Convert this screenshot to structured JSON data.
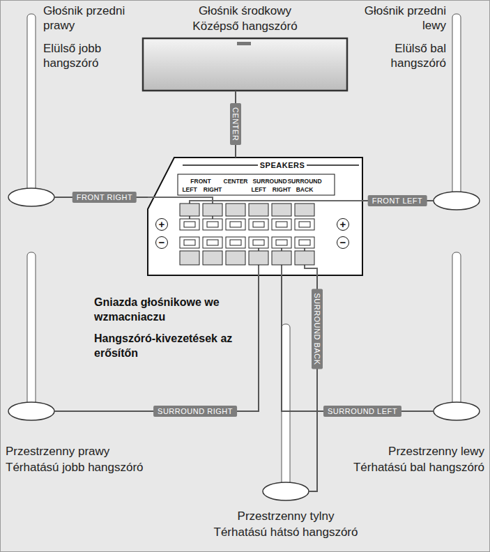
{
  "diagram": {
    "nodes": [
      {
        "text": [
          "Głośnik przedni prawy",
          "Elülső jobb hangszóró"
        ]
      },
      {
        "text": [
          "Głośnik środkowy",
          "Középső hangszóró"
        ]
      },
      {
        "text": [
          "Głośnik przedni lewy",
          "Elülső bal hangszóró"
        ]
      },
      {
        "text": [
          "SPEAKERS"
        ]
      },
      {
        "text": [
          "Przestrzenny prawy",
          "Térhatású jobb hangszóró"
        ]
      },
      {
        "text": [
          "Przestrzenny lewy",
          "Térhatású bal hangszóró"
        ]
      },
      {
        "text": [
          "Przestrzenny tylny",
          "Térhatású hátsó hangszóró"
        ]
      }
    ],
    "edges": [
      {
        "from": 0,
        "to": 3,
        "arrow": "none",
        "label": "FRONT RIGHT"
      },
      {
        "from": 1,
        "to": 3,
        "arrow": "none",
        "label": "CENTER"
      },
      {
        "from": 2,
        "to": 3,
        "arrow": "none",
        "label": "FRONT LEFT"
      },
      {
        "from": 4,
        "to": 3,
        "arrow": "none",
        "label": "SURROUND RIGHT"
      },
      {
        "from": 5,
        "to": 3,
        "arrow": "none",
        "label": "SURROUND LEFT"
      },
      {
        "from": 6,
        "to": 3,
        "arrow": "none",
        "label": "SURROUND BACK"
      }
    ],
    "labels": [
      "FRONT",
      "CENTER",
      "SURROUND",
      "SURROUND",
      "LEFT",
      "RIGHT",
      "LEFT",
      "RIGHT",
      "BACK",
      "+",
      "+",
      "−",
      "−",
      "Gniazda głośnikowe we wzmacniaczu",
      "Hangszóró-kivezetések az erősítőn"
    ]
  }
}
